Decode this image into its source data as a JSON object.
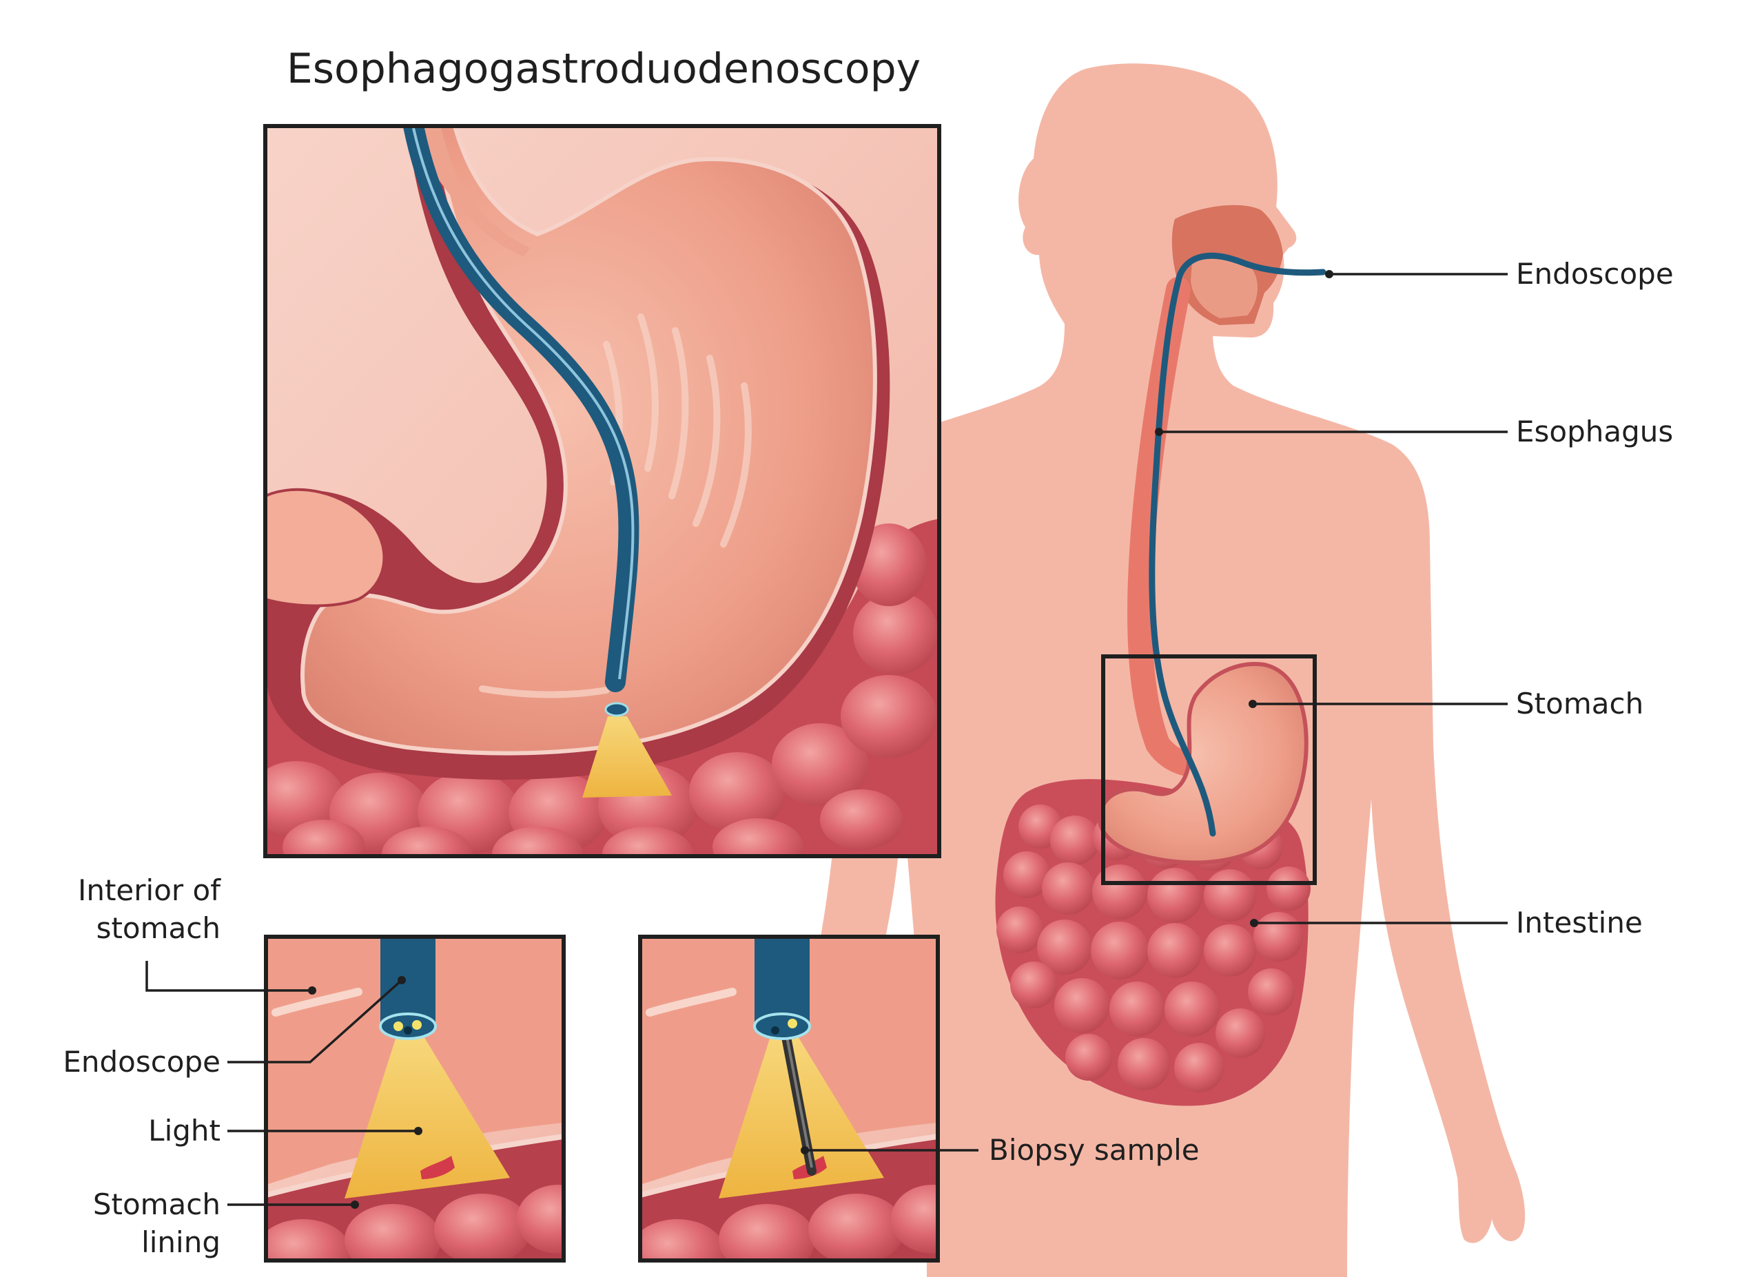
{
  "title": "Esophagogastroduodenoscopy",
  "body_labels": {
    "endoscope": "Endoscope",
    "esophagus": "Esophagus",
    "stomach": "Stomach",
    "intestine": "Intestine"
  },
  "detail_labels": {
    "interior_line1": "Interior of",
    "interior_line2": "stomach",
    "endoscope": "Endoscope",
    "light": "Light",
    "lining_line1": "Stomach",
    "lining_line2": "lining",
    "biopsy": "Biopsy sample"
  },
  "colors": {
    "silhouette": "#f4b7a6",
    "stomach": "#ec9a86",
    "stomach_dark": "#a93a46",
    "intestine": "#d9616a",
    "endoscope": "#1e5a7d",
    "light": "#f3c451",
    "panel_bg": "#f6c4b8",
    "line": "#1f1f1f"
  }
}
